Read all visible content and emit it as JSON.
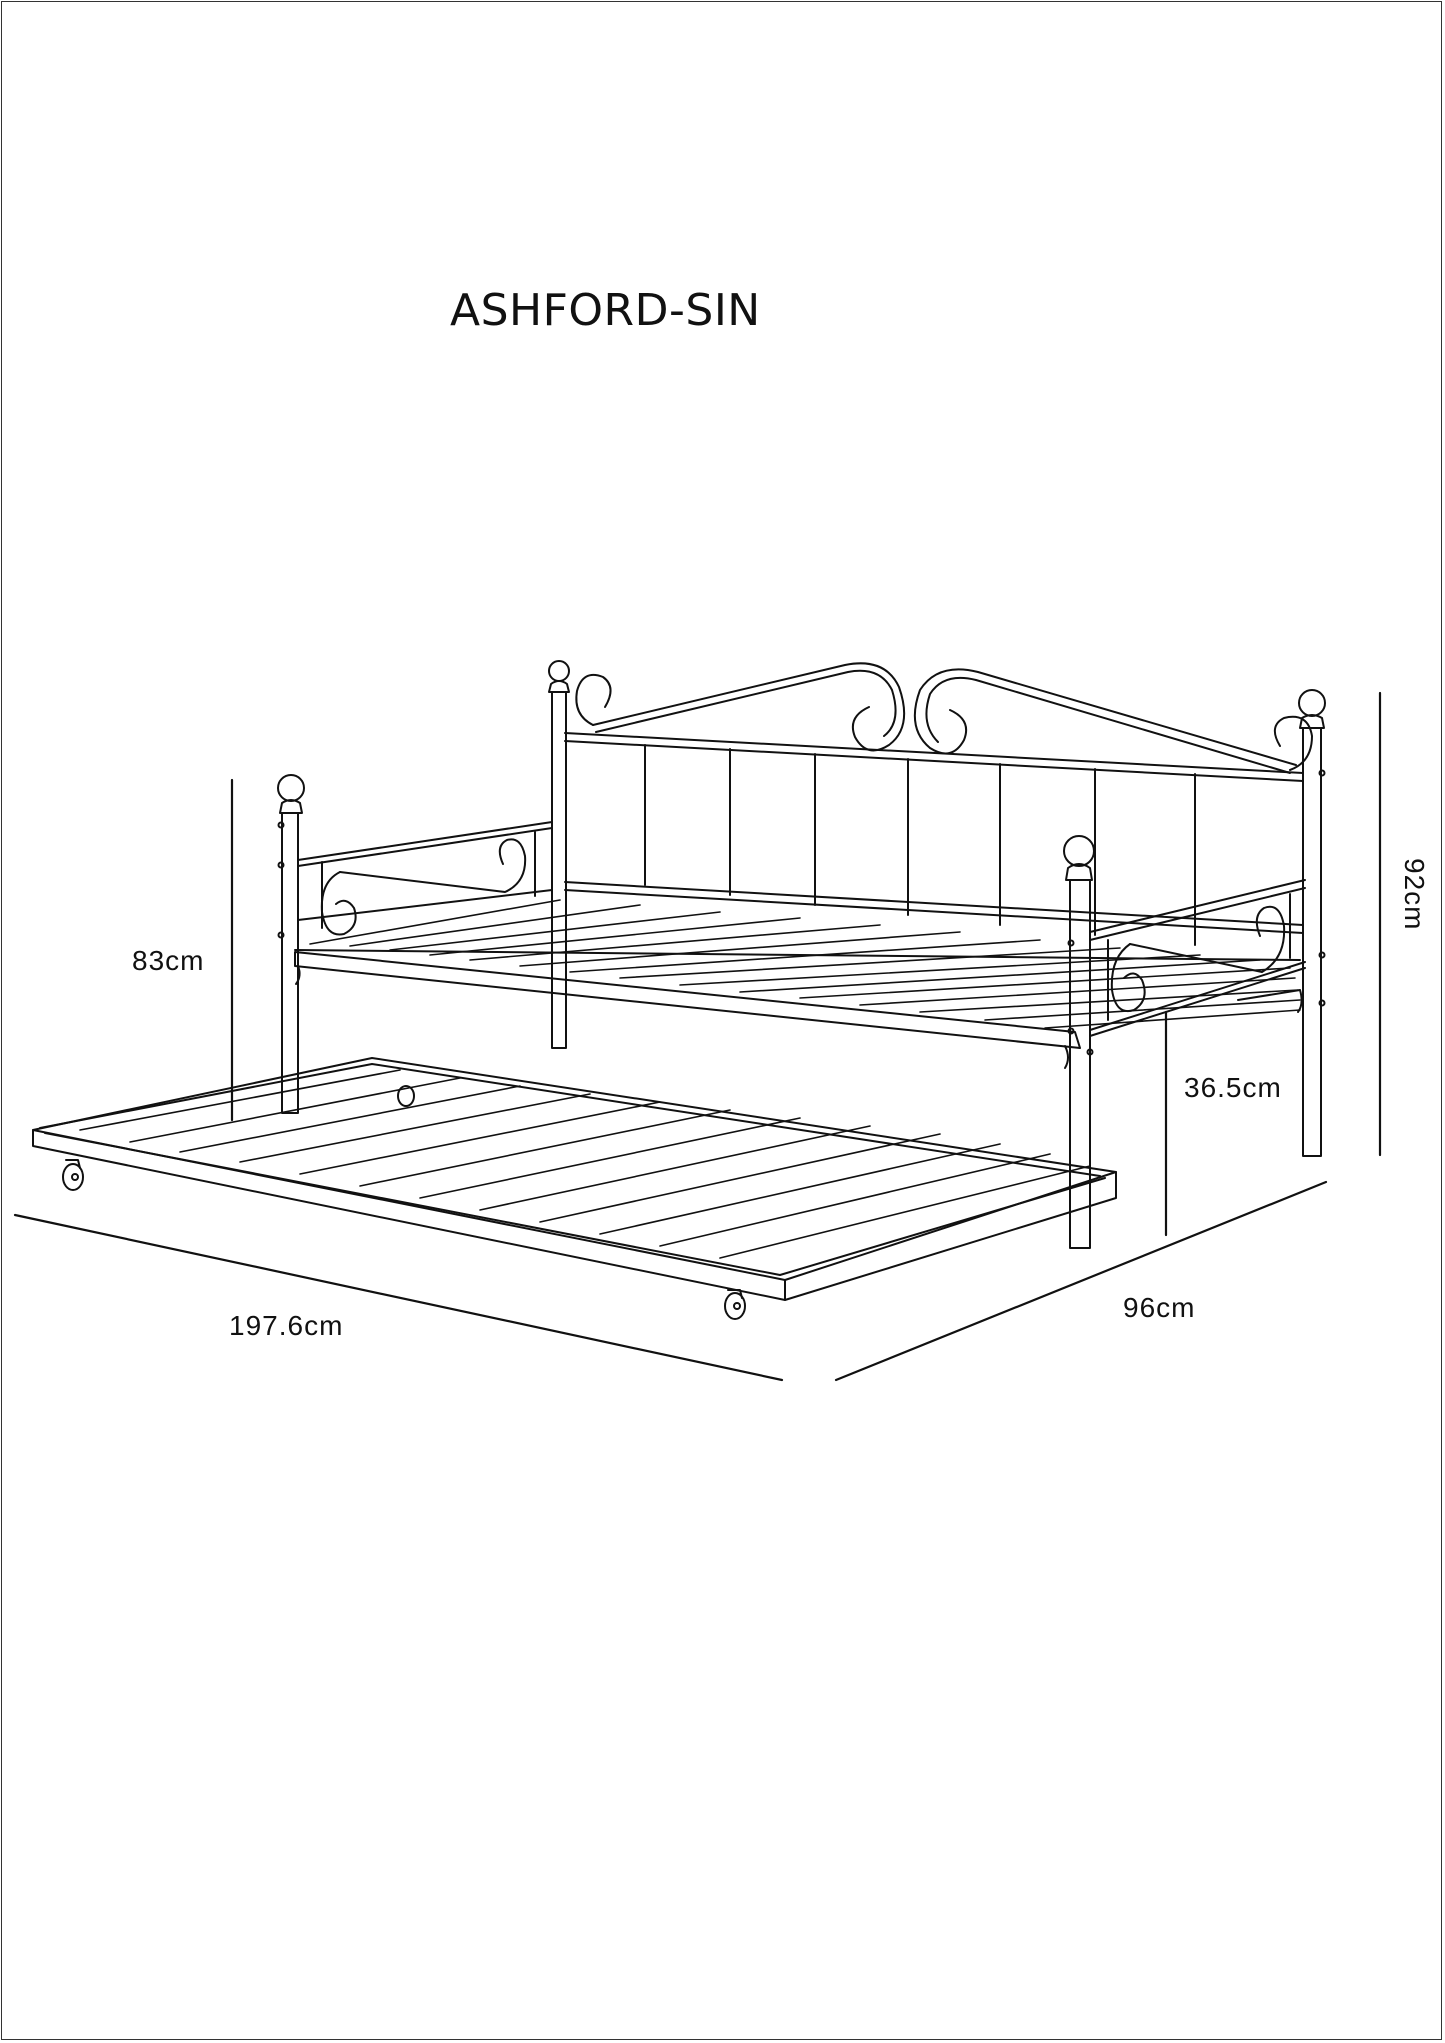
{
  "title": "ASHFORD-SIN",
  "dimensions": {
    "back_height": "83cm",
    "seat_height": "36.5cm",
    "length": "197.6cm",
    "depth": "96cm",
    "total_height": "92cm"
  },
  "colors": {
    "line": "#111111",
    "background": "#ffffff",
    "frame": "#333333"
  }
}
